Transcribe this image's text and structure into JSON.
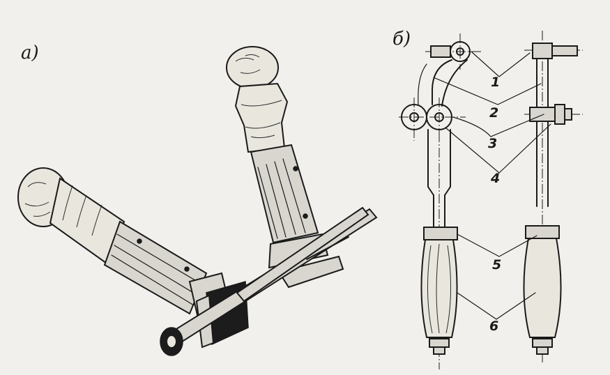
{
  "panels": {
    "a": {
      "label": "а)"
    },
    "b": {
      "label": "б)"
    }
  },
  "callouts": [
    "1",
    "2",
    "3",
    "4",
    "5",
    "6"
  ],
  "background_color": "#f1f0ec"
}
